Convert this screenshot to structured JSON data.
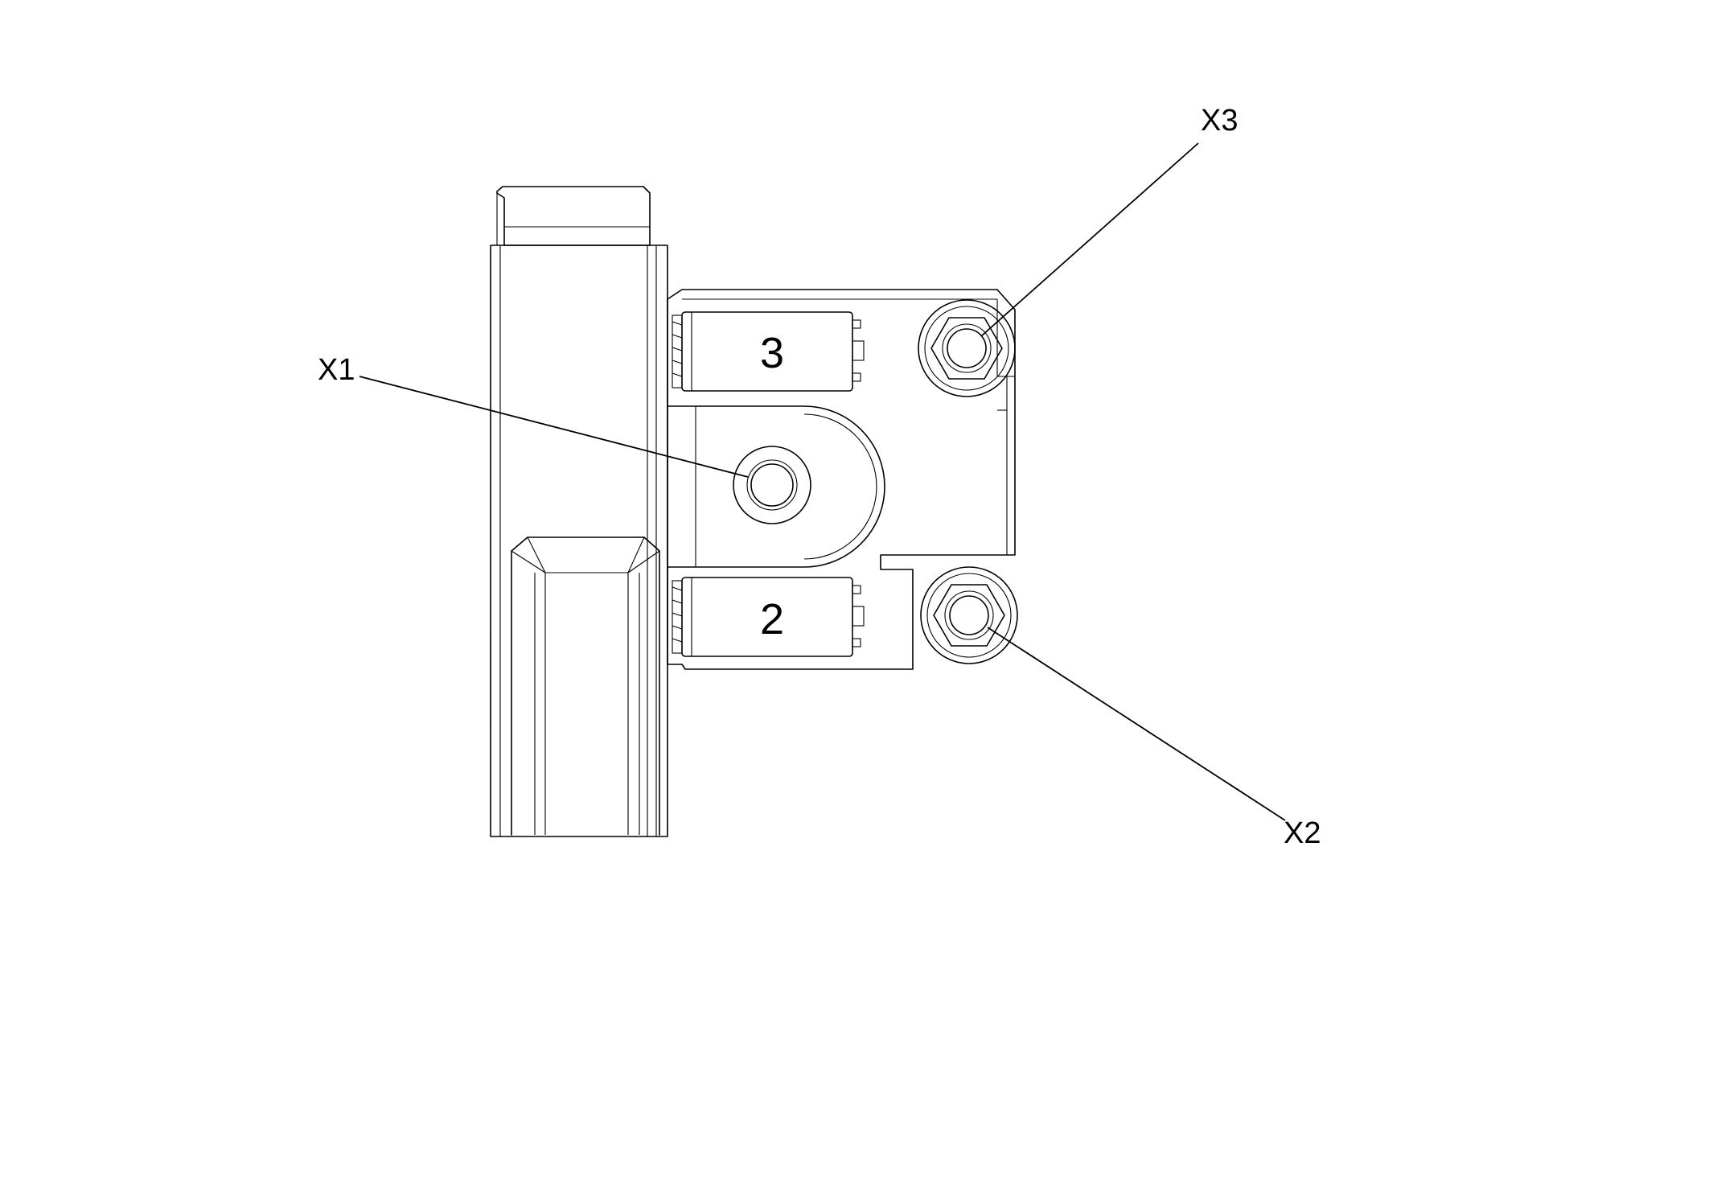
{
  "diagram": {
    "callouts": {
      "x1": "X1",
      "x2": "X2",
      "x3": "X3"
    },
    "fuse_labels": {
      "upper": "3",
      "lower": "2"
    },
    "colors": {
      "line": "#000000",
      "background": "#ffffff"
    }
  }
}
